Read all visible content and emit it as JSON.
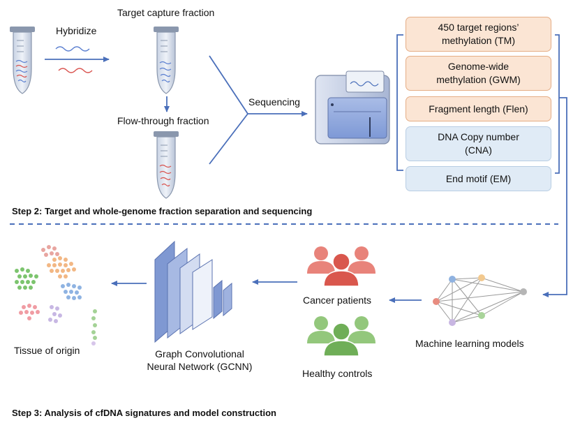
{
  "step1": {
    "hybridize": "Hybridize",
    "target_capture": "Target capture fraction",
    "flow_through": "Flow-through fraction",
    "sequencing": "Sequencing"
  },
  "features": [
    {
      "line1": "450 target regions’",
      "line2": "methylation (TM)",
      "kind": "orange"
    },
    {
      "line1": "Genome-wide",
      "line2": "methylation (GWM)",
      "kind": "orange"
    },
    {
      "line1": "Fragment length (Flen)",
      "line2": "",
      "kind": "orange"
    },
    {
      "line1": "DNA Copy number",
      "line2": "(CNA)",
      "kind": "blue"
    },
    {
      "line1": "End motif (EM)",
      "line2": "",
      "kind": "blue"
    }
  ],
  "step2_title": "Step 2: Target and whole-genome fraction separation and sequencing",
  "step3": {
    "tissue": "Tissue of origin",
    "gcnn_line1": "Graph Convolutional",
    "gcnn_line2": "Neural Network (GCNN)",
    "cancer": "Cancer patients",
    "healthy": "Healthy controls",
    "ml": "Machine learning models",
    "title": "Step 3: Analysis of cfDNA signatures and model construction"
  },
  "colors": {
    "arrow": "#4a6fba",
    "orange_fill": "#fbe5d4",
    "blue_fill": "#e0ebf6",
    "cancer_people": "#e8837a",
    "healthy_people": "#93c77c"
  }
}
